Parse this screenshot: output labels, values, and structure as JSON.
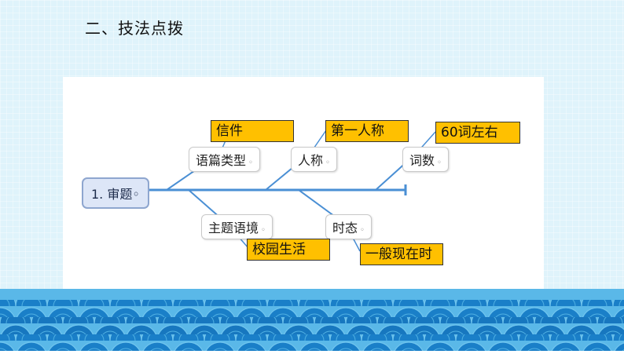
{
  "section_title": "二、技法点拨",
  "diagram": {
    "root_label": "1. 审题",
    "branches": [
      {
        "node": "语篇类型",
        "tag": "信件"
      },
      {
        "node": "人称",
        "tag": "第一人称"
      },
      {
        "node": "词数",
        "tag": "60词左右"
      },
      {
        "node": "主题语境",
        "tag": "校园生活"
      },
      {
        "node": "时态",
        "tag": "一般现在时"
      }
    ]
  },
  "colors": {
    "tag_fill": "#ffc000",
    "line": "#4a8fd4",
    "root_fill": "#dde6f7",
    "sea": "#5ab8e8"
  }
}
